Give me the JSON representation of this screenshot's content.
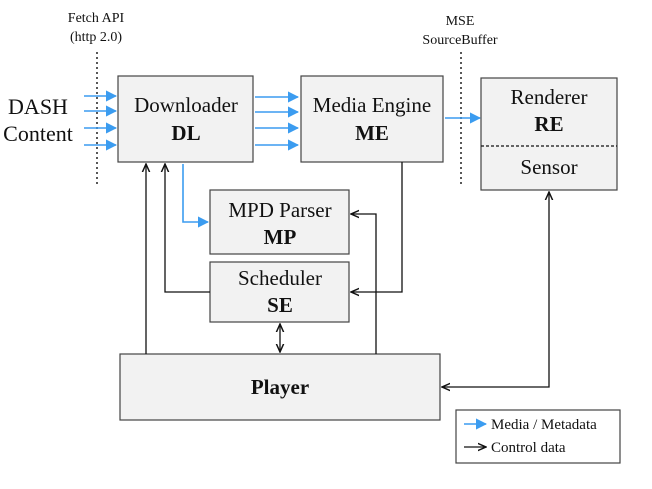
{
  "labels": {
    "fetch_api_line1": "Fetch API",
    "fetch_api_line2": "(http 2.0)",
    "mse_line1": "MSE",
    "mse_line2": "SourceBuffer",
    "dash_line1": "DASH",
    "dash_line2": "Content"
  },
  "boxes": {
    "downloader": {
      "name": "Downloader",
      "abbr": "DL"
    },
    "media_engine": {
      "name": "Media Engine",
      "abbr": "ME"
    },
    "renderer": {
      "name": "Renderer",
      "abbr": "RE"
    },
    "sensor": {
      "name": "Sensor"
    },
    "mpd_parser": {
      "name": "MPD Parser",
      "abbr": "MP"
    },
    "scheduler": {
      "name": "Scheduler",
      "abbr": "SE"
    },
    "player": {
      "name": "Player"
    }
  },
  "legend": {
    "media": "Media / Metadata",
    "control": "Control data"
  },
  "colors": {
    "media_arrow": "#3b9cf0",
    "control_arrow": "#111111",
    "box_fill": "#f2f2f2"
  }
}
